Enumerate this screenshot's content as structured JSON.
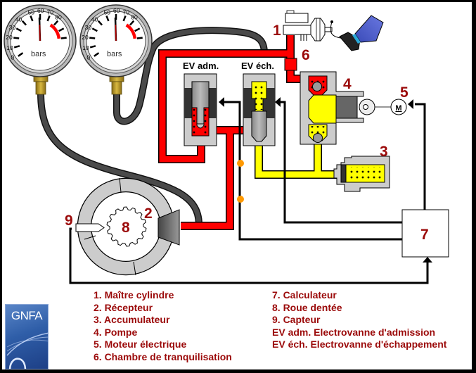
{
  "diagram": {
    "callouts": {
      "master_cylinder": "1",
      "receiver": "2",
      "accumulator": "3",
      "pump": "4",
      "electric_motor": "5",
      "damping_chamber": "6",
      "calculator": "7",
      "toothed_wheel": "8",
      "sensor": "9"
    },
    "valve_titles": {
      "intake": "EV adm.",
      "exhaust": "EV éch."
    },
    "motor_symbol": "M",
    "gauges": [
      {
        "unit": "bars",
        "scale": [
          "0",
          "10",
          "20",
          "30",
          "40",
          "50",
          "60",
          "70",
          "80"
        ]
      },
      {
        "unit": "bars",
        "scale": [
          "0",
          "10",
          "20",
          "30",
          "40",
          "50",
          "60",
          "70",
          "80"
        ]
      }
    ],
    "colors": {
      "high_pressure": "#ff0000",
      "low_pressure": "#ffff00",
      "wire": "#000000",
      "junction": "#ff9900",
      "label": "#9b0a0a"
    }
  },
  "legend": {
    "left": [
      "1. Maître cylindre",
      "2. Récepteur",
      "3. Accumulateur",
      "4. Pompe",
      "5. Moteur électrique",
      "6. Chambre de tranquilisation"
    ],
    "right": [
      "7. Calculateur",
      "8. Roue dentée",
      "9. Capteur",
      "EV adm. Electrovanne d'admission",
      "EV éch. Electrovanne d'échappement"
    ]
  },
  "logo": {
    "text": "GNFA"
  }
}
